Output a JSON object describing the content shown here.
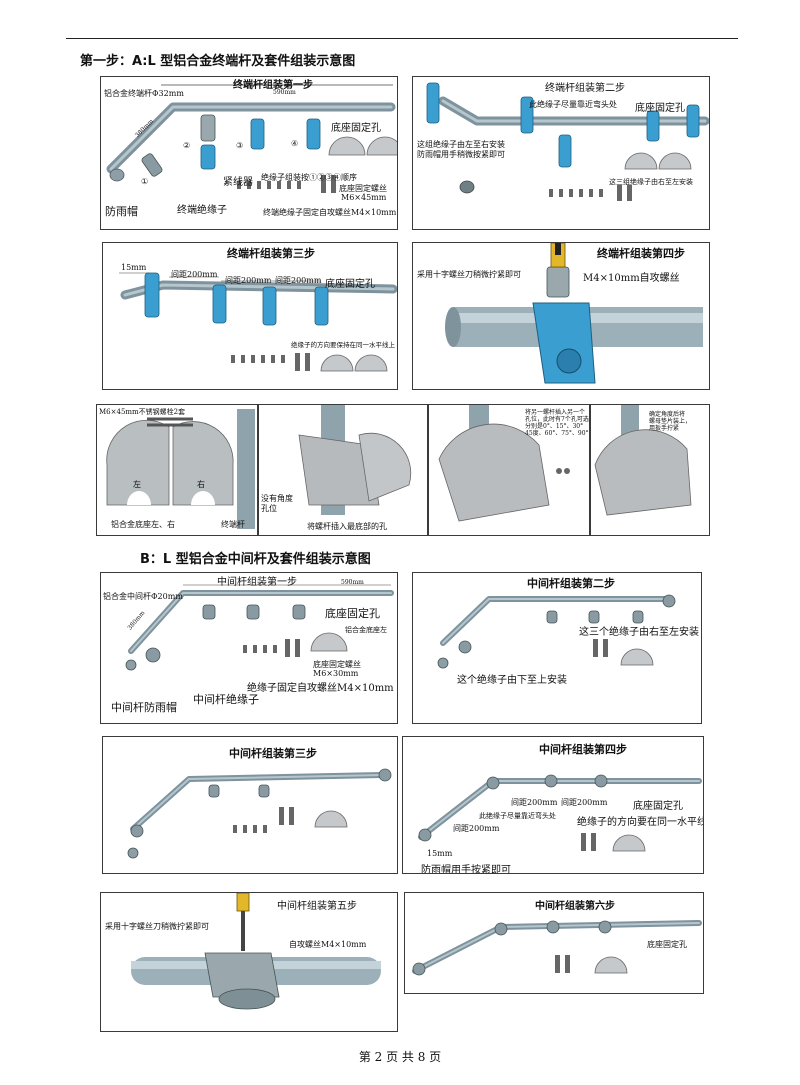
{
  "section_a": {
    "title": "第一步：A:L 型铝合金终端杆及套件组装示意图"
  },
  "section_b": {
    "title": "B：L 型铝合金中间杆及套件组装示意图"
  },
  "a1": {
    "title": "终端杆组装第一步",
    "tube_label": "铝合金终端杆Φ32mm",
    "dim_590": "590mm",
    "dim_380": "380mm",
    "n1": "①",
    "n2": "②",
    "n3": "③",
    "n4": "④",
    "cap": "防雨帽",
    "terminal_insulator": "终端绝缘子",
    "tightener": "紧线器",
    "order": "绝缘子组装按①②③④顺序",
    "base_hole": "底座固定孔",
    "base_screw": "底座固定螺丝",
    "base_screw_size": "M6×45mm",
    "self_tap": "终端绝缘子固定自攻螺丝M4×10mm"
  },
  "a2": {
    "title": "终端杆组装第二步",
    "near_bend": "此绝缘子尽量靠近弯头处",
    "base_hole": "底座固定孔",
    "lr_install": "这组绝缘子由左至右安装",
    "cap_press": "防雨帽用手稍微按紧即可",
    "three_rl": "这三组绝缘子由右至左安装"
  },
  "a3": {
    "title": "终端杆组装第三步",
    "d15": "15mm",
    "gap1": "间距200mm",
    "gap2": "间距200mm",
    "gap3": "间距200mm",
    "base_hole": "底座固定孔",
    "level": "绝缘子的方向要保持在同一水平线上"
  },
  "a4": {
    "title": "终端杆组装第四步",
    "screwdriver": "采用十字螺丝刀稍微拧紧即可",
    "screw": "M4×10mm自攻螺丝"
  },
  "s1": {
    "bolts": "M6×45mm不锈钢螺栓2套",
    "left": "左",
    "right": "右",
    "base_lr": "铝合金底座左、右",
    "rod": "终端杆"
  },
  "s2": {
    "no_angle": "没有角度",
    "hole": "孔位",
    "insert": "将螺杆插入最底部的孔"
  },
  "s3": {
    "text1": "将另一螺杆插入另一个",
    "text2": "孔位，此时有7个孔可选",
    "text3": "分别是0°、15°、30°",
    "text4": "45度、60°、75°、90°"
  },
  "s4": {
    "text1": "确定角度后将",
    "text2": "螺母垫片装上，",
    "text3": "用扳手拧紧"
  },
  "b1": {
    "title": "中间杆组装第一步",
    "tube_label": "铝合金中间杆Φ20mm",
    "dim_590": "590mm",
    "dim_380": "380mm",
    "base_hole": "底座固定孔",
    "base_left": "铝合金底座左",
    "base_screw": "底座固定螺丝",
    "base_screw_size": "M6×30mm",
    "self_tap": "绝缘子固定自攻螺丝M4×10mm",
    "cap": "中间杆防雨帽",
    "insulator": "中间杆绝缘子"
  },
  "b2": {
    "title": "中间杆组装第二步",
    "three_rl": "这三个绝缘子由右至左安装",
    "bottom_up": "这个绝缘子由下至上安装"
  },
  "b3": {
    "title": "中间杆组装第三步"
  },
  "b4": {
    "title": "中间杆组装第四步",
    "gap1": "间距200mm",
    "gap2": "间距200mm",
    "gap3": "间距200mm",
    "base_hole": "底座固定孔",
    "near_bend": "此绝缘子尽量靠近弯头处",
    "level": "绝缘子的方向要在同一水平线上",
    "d15": "15mm",
    "cap_press": "防雨帽用手按紧即可"
  },
  "b5": {
    "title": "中间杆组装第五步",
    "screwdriver": "采用十字螺丝刀稍微拧紧即可",
    "screw": "自攻螺丝M4×10mm"
  },
  "b6": {
    "title": "中间杆组装第六步",
    "base_hole": "底座固定孔"
  },
  "footer": {
    "page": "第 2 页   共 8 页"
  },
  "colors": {
    "tube": "#8fa3ad",
    "insulator": "#3a9fd0",
    "insulator_grey": "#8a9aa2",
    "bracket": "#b8bcbf"
  }
}
